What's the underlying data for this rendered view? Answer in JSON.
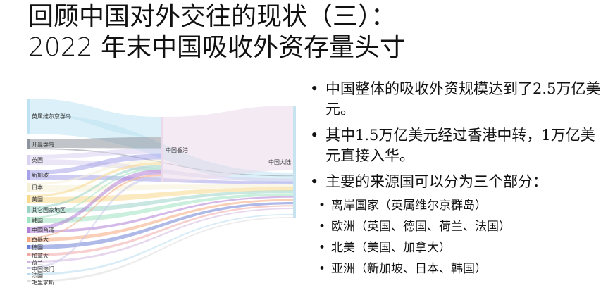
{
  "title": {
    "line1": "回顾中国对外交往的现状（三）：",
    "line2": "2022 年末中国吸收外资存量头寸"
  },
  "sankey": {
    "source_nodes": [
      {
        "label": "英属维尔京群岛",
        "color": "#bde3f2"
      },
      {
        "label": "开曼群岛",
        "color": "#8e959f"
      },
      {
        "label": "英国",
        "color": "#d9d2f0"
      },
      {
        "label": "新加坡",
        "color": "#a6a2ea"
      },
      {
        "label": "日本",
        "color": "#f6f1d6"
      },
      {
        "label": "美国",
        "color": "#f8d98c"
      },
      {
        "label": "其它国家地区",
        "color": "#9ad3c6"
      },
      {
        "label": "韩国",
        "color": "#9ee3c1"
      },
      {
        "label": "中国台湾",
        "color": "#b17fd6"
      },
      {
        "label": "西慕大",
        "color": "#f6a77e"
      },
      {
        "label": "德国",
        "color": "#6b7fd6"
      },
      {
        "label": "加拿大",
        "color": "#f1a8a8"
      },
      {
        "label": "荷兰",
        "color": "#d2b4e0"
      },
      {
        "label": "中国澳门",
        "color": "#c7c7e8"
      },
      {
        "label": "法国",
        "color": "#b6dcef"
      },
      {
        "label": "毛里求斯",
        "color": "#dcdcdc"
      }
    ],
    "hub_node": {
      "label": "中国香港",
      "color": "#ead9ea"
    },
    "target_node": {
      "label": "中国大陆",
      "color": "#c8e3f0"
    }
  },
  "bullets": [
    {
      "text": "中国整体的吸收外资规模达到了2.5万亿美元。"
    },
    {
      "text": "其中1.5万亿美元经过香港中转，1万亿美元直接入华。"
    },
    {
      "text": "主要的来源国可以分为三个部分：",
      "sub": [
        "离岸国家（英属维尔京群岛）",
        "欧洲（英国、德国、荷兰、法国）",
        "北美（美国、加拿大）",
        "亚洲（新加坡、日本、韩国）"
      ]
    }
  ],
  "bullet_symbol": "•"
}
